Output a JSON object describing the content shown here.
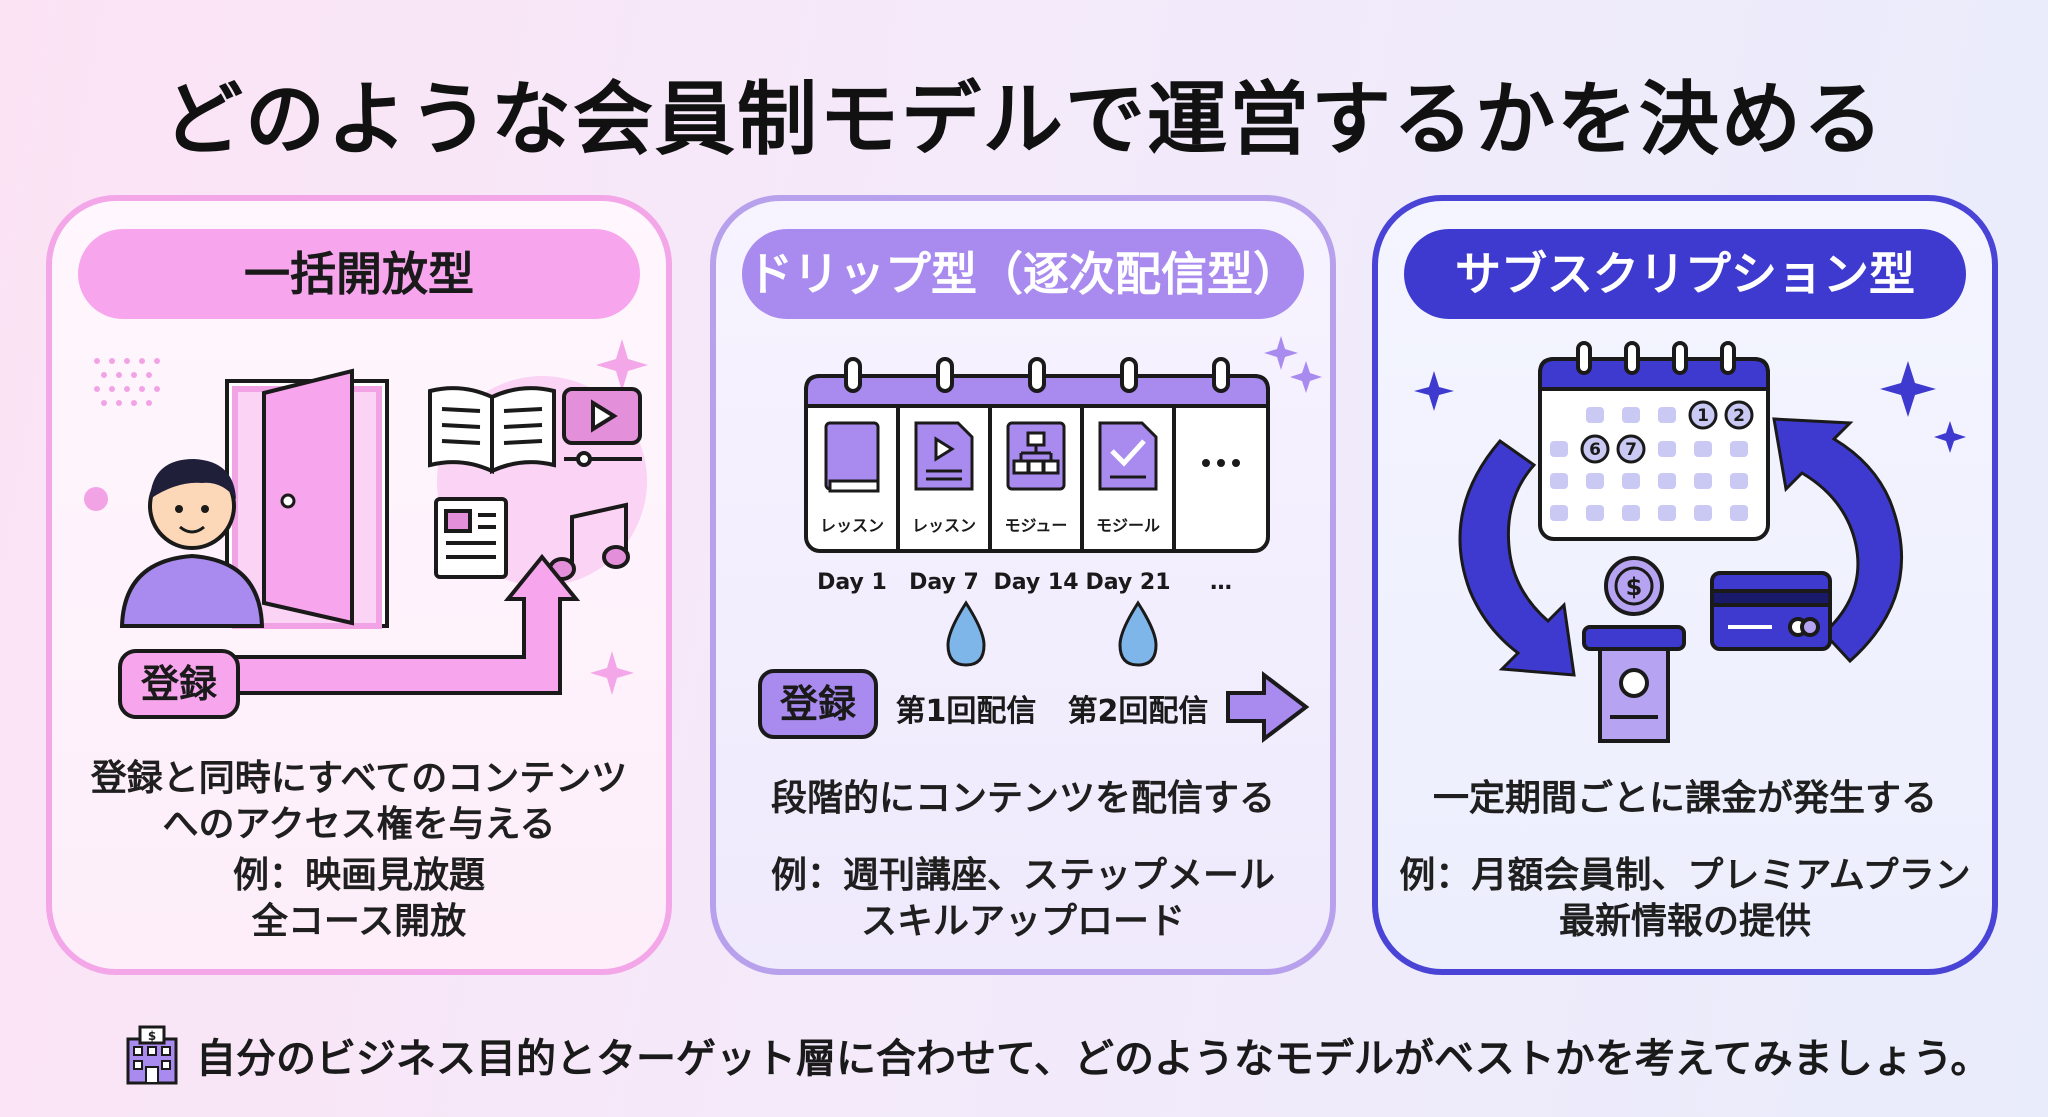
{
  "title": "どのような会員制モデルで運営するかを決める",
  "cards": [
    {
      "heading": "一括開放型",
      "register_label": "登録",
      "desc_lines": [
        "登録と同時にすべてのコンテンツ",
        "へのアクセス権を与える"
      ],
      "example_lines": [
        "例：映画見放題",
        "全コース開放"
      ],
      "accent": "#f7a6ee"
    },
    {
      "heading": "ドリップ型（逐次配信型）",
      "calendar_cells": [
        "レッスン",
        "レッスン",
        "モジュー",
        "モジール",
        "…"
      ],
      "days": [
        "Day 1",
        "Day 7",
        "Day 14",
        "Day 21",
        "…"
      ],
      "register_label": "登録",
      "deliveries": [
        "第1回配信",
        "第2回配信"
      ],
      "desc_lines": [
        "段階的にコンテンツを配信する"
      ],
      "example_lines": [
        "例：週刊講座、ステップメール",
        "スキルアップロード"
      ],
      "accent": "#a98bf0"
    },
    {
      "heading": "サブスクリプション型",
      "calendar_numbers": [
        "1",
        "2",
        "6",
        "7"
      ],
      "coin_symbol": "$",
      "desc_lines": [
        "一定期間ごとに課金が発生する"
      ],
      "example_lines": [
        "例：月額会員制、プレミアムプラン",
        "最新情報の提供"
      ],
      "accent": "#3e3ad0"
    }
  ],
  "footer": {
    "icon": "building-icon",
    "building_sign": "$",
    "text": "自分のビジネス目的とターゲット層に合わせて、どのようなモデルがベストかを考えてみましょう。"
  }
}
